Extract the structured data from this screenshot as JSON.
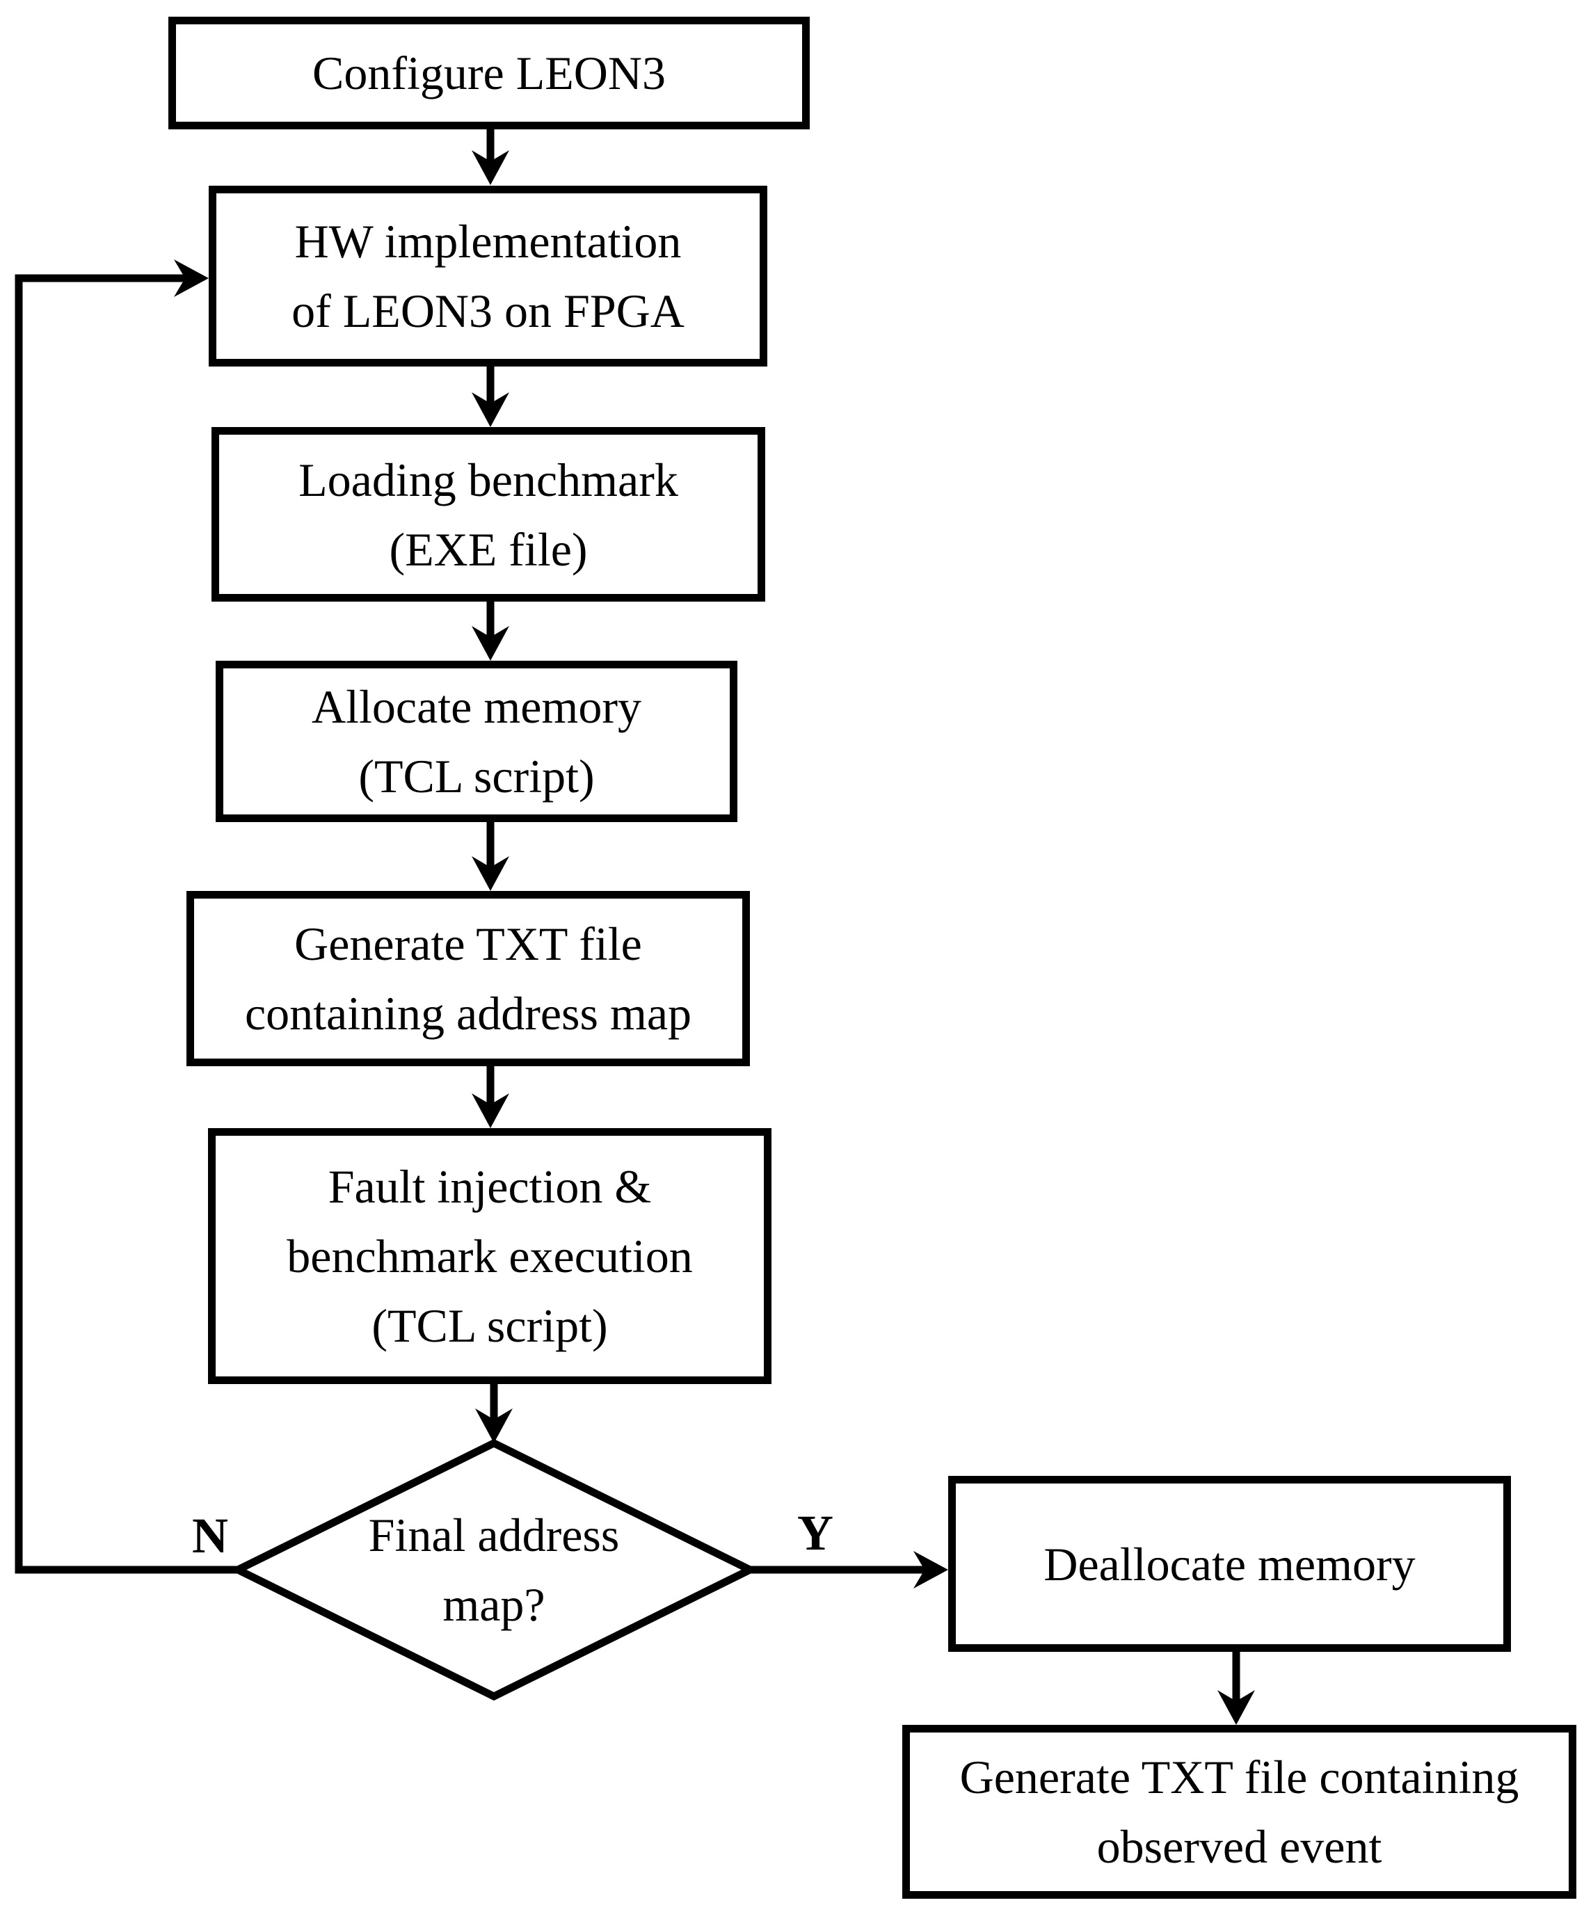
{
  "flowchart": {
    "nodes": {
      "configure": {
        "lines": [
          "Configure LEON3"
        ]
      },
      "hw_impl": {
        "lines": [
          "HW implementation",
          "of LEON3 on FPGA"
        ]
      },
      "loading": {
        "lines": [
          "Loading benchmark",
          "(EXE file)"
        ]
      },
      "allocate": {
        "lines": [
          "Allocate memory",
          "(TCL script)"
        ]
      },
      "gen_addr": {
        "lines": [
          "Generate TXT file",
          "containing address map"
        ]
      },
      "fault": {
        "lines": [
          "Fault injection &",
          "benchmark execution",
          "(TCL script)"
        ]
      },
      "decision": {
        "lines": [
          "Final address",
          "map?"
        ]
      },
      "dealloc": {
        "lines": [
          "Deallocate memory"
        ]
      },
      "gen_event": {
        "lines": [
          "Generate TXT file containing",
          "observed event"
        ]
      }
    },
    "branch_labels": {
      "no": "N",
      "yes": "Y"
    },
    "colors": {
      "stroke": "#000000",
      "fill": "#ffffff",
      "text": "#000000"
    }
  }
}
